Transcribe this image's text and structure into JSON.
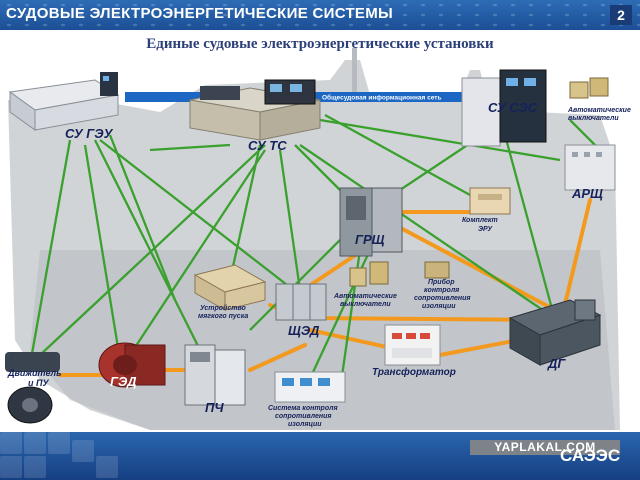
{
  "header": {
    "title": "СУДОВЫЕ ЭЛЕКТРОЭНЕРГЕТИЧЕСКИЕ СИСТЕМЫ",
    "page_number": "2"
  },
  "subtitle": "Единые судовые электроэнергетические установки",
  "network_label": "Общесудовая информационная сеть",
  "nodes": {
    "su_geu": "СУ ГЭУ",
    "su_ts": "СУ ТС",
    "su_ses": "СУ СЭС",
    "auto_breakers_top": [
      "Автоматические",
      "выключатели"
    ],
    "arsch": "АРЩ",
    "grsch": "ГРЩ",
    "komplekt_eru": [
      "Комплект",
      "ЭРУ"
    ],
    "soft_start": [
      "Устройство",
      "мягкого пуска"
    ],
    "auto_breakers_mid": [
      "Автоматические",
      "выключатели"
    ],
    "pribor": [
      "Прибор",
      "контроля",
      "сопротивления",
      "изоляции"
    ],
    "shched": "ЩЭД",
    "transformer": "Трансформатор",
    "dg": "ДГ",
    "propulsion": [
      "Движитель",
      "и ПУ"
    ],
    "ged": "ГЭД",
    "pch": "ПЧ",
    "insulation_system": [
      "Система контроля",
      "сопротивления",
      "изоляции"
    ]
  },
  "footer": {
    "watermark": "YAPLAKAL.COM",
    "brand": "САЭЭС"
  },
  "colors": {
    "header_blue": "#2563ad",
    "subtitle": "#2b3f79",
    "data_link": "#3aa02e",
    "power_link": "#f39a1e",
    "network_bus": "#1c66c4",
    "ship_silhouette": "#c9ccd0"
  }
}
